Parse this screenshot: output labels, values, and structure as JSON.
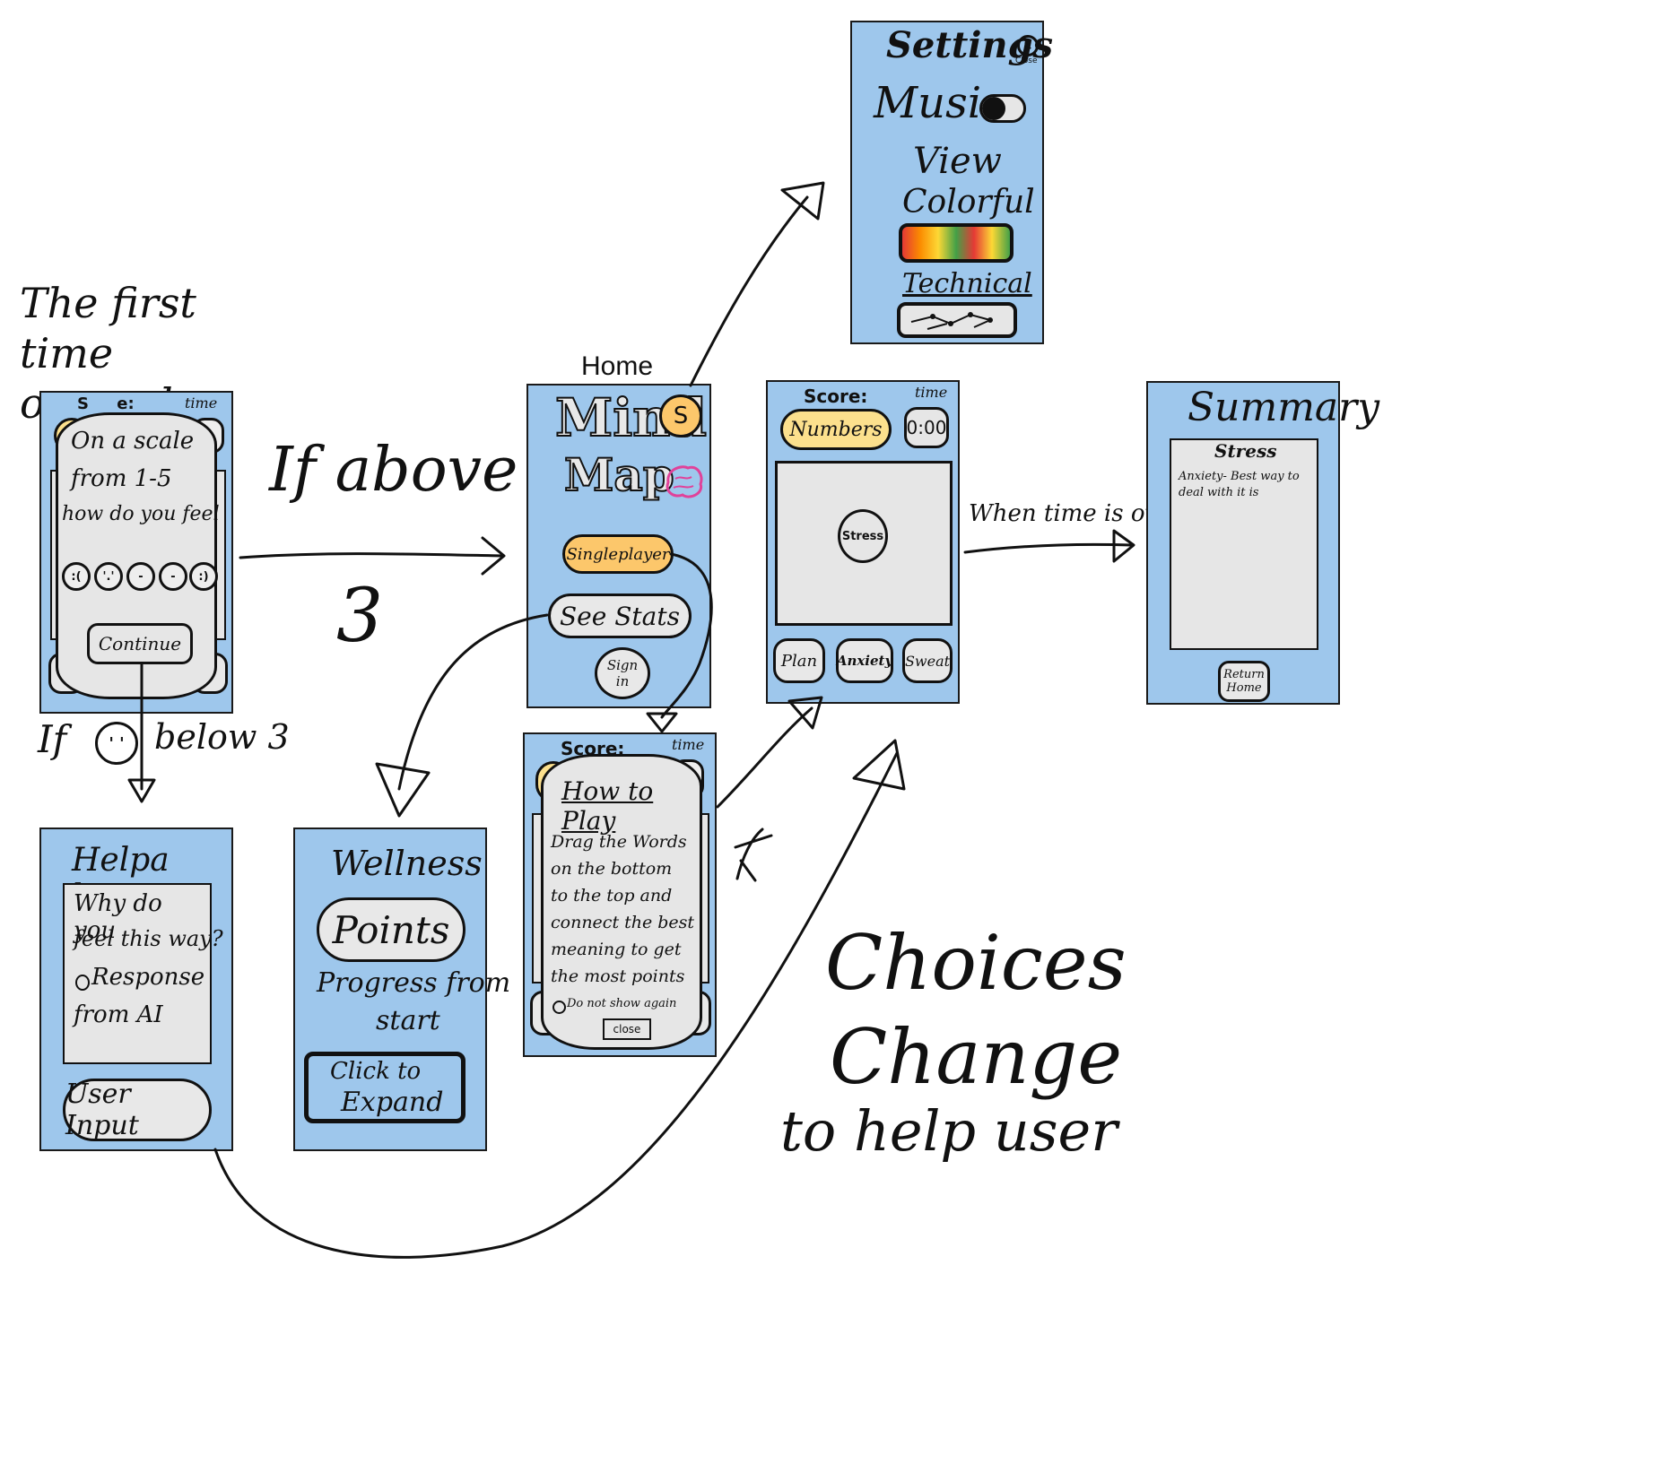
{
  "annotations": {
    "first_time": "The first time opened",
    "home": "Home",
    "if_above": "If above",
    "three": "3",
    "if_below_prefix": "If",
    "if_below_suffix": "below 3",
    "when_time_over": "When time is over",
    "choices_change": [
      "Choices",
      "Change",
      "to help user"
    ]
  },
  "mood_screen": {
    "header_score": "S     e:",
    "header_time": "time",
    "prompt": [
      "On a scale",
      "from 1-5",
      "how do you feel"
    ],
    "faces": [
      ":(",
      "'.'",
      "-",
      "-",
      ":)"
    ],
    "continue_label": "Continue"
  },
  "home_screen": {
    "title_line1": "Mind",
    "title_line2": "Map",
    "settings_badge": "S",
    "singleplayer_label": "Singleplayer",
    "see_stats_label": "See Stats",
    "sign_in_label": "Sign in"
  },
  "settings_screen": {
    "title": "Settings",
    "close_label": "Close",
    "music_label": "Music",
    "view_label": "View",
    "colorful_label": "Colorful",
    "technical_label": "Technical"
  },
  "game_screen": {
    "score_label": "Score:",
    "time_label": "time",
    "word_label": "Numbers",
    "timer_value": "0:00",
    "center_word": "Stress",
    "choices": [
      "Plan",
      "Anxiety",
      "Sweat"
    ]
  },
  "summary_screen": {
    "title": "Summary",
    "heading": "Stress",
    "body": "Anxiety- Best way to deal with it is",
    "return_label": "Return Home"
  },
  "how_to_play_screen": {
    "score_label": "Score:",
    "time_label": "time",
    "title": "How to Play",
    "body": [
      "Drag the Words",
      "on the bottom",
      "to the top and",
      "connect the best",
      "meaning to get",
      "the most points"
    ],
    "checkbox_label": "Do not show again",
    "close_label": "close"
  },
  "helpabot_screen": {
    "title": "Helpa bot",
    "message": [
      "Why do you",
      "feel this way?",
      "Response",
      "from AI"
    ],
    "input_label": "User Input"
  },
  "wellness_screen": {
    "title": "Wellness",
    "points_label": "Points",
    "progress_label": [
      "Progress from",
      "start"
    ],
    "expand_label": [
      "Click to",
      "Expand"
    ]
  },
  "colors": {
    "screen_bg": "#9ec7ec",
    "gray_panel": "#e6e6e6",
    "yellow_button": "#fce08d",
    "orange_button": "#fcc76b",
    "settings_badge": "#fcc76b",
    "logo_pink": "#e0429a"
  }
}
